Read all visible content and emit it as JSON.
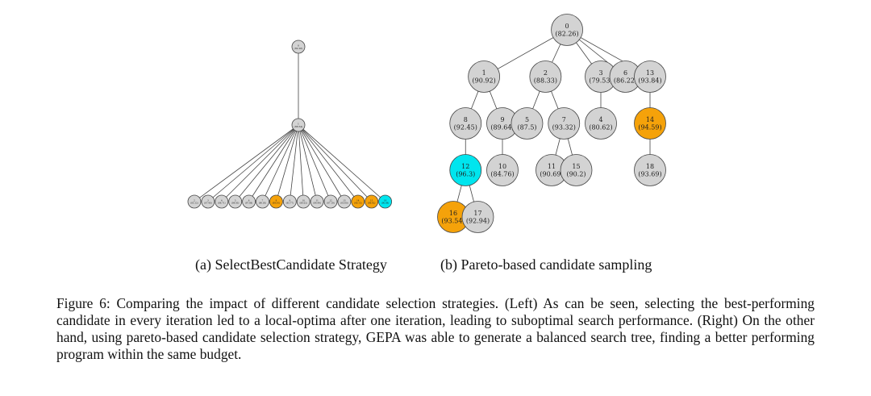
{
  "colors": {
    "default": "#d3d3d3",
    "highlight": "#f5a20a",
    "best": "#00e5ee"
  },
  "figure": {
    "subcaption_a": "(a) SelectBestCandidate Strategy",
    "subcaption_b": "(b) Pareto-based candidate sampling",
    "caption": "Figure 6: Comparing the impact of different candidate selection strategies. (Left) As can be seen, selecting the best-performing candidate in every iteration led to a local-optima after one iteration, leading to suboptimal search performance. (Right) On the other hand, using pareto-based candidate selection strategy, GEPA was able to generate a balanced search tree, finding a better performing program within the same budget."
  },
  "tree_a": {
    "root": {
      "id": "0",
      "score": "(82.26)",
      "color": "default"
    },
    "mid": {
      "id": "1",
      "score": "(88.54)",
      "color": "default"
    },
    "leaves": [
      {
        "id": "2",
        "score": "(85.12)",
        "color": "default"
      },
      {
        "id": "3",
        "score": "(87.40)",
        "color": "default"
      },
      {
        "id": "4",
        "score": "(86.71)",
        "color": "default"
      },
      {
        "id": "5",
        "score": "(84.93)",
        "color": "default"
      },
      {
        "id": "6",
        "score": "(87.88)",
        "color": "default"
      },
      {
        "id": "7",
        "score": "(86.05)",
        "color": "default"
      },
      {
        "id": "8",
        "score": "(89.91)",
        "color": "highlight"
      },
      {
        "id": "9",
        "score": "(85.77)",
        "color": "default"
      },
      {
        "id": "10",
        "score": "(88.02)",
        "color": "default"
      },
      {
        "id": "11",
        "score": "(86.44)",
        "color": "default"
      },
      {
        "id": "12",
        "score": "(87.19)",
        "color": "default"
      },
      {
        "id": "13",
        "score": "(85.60)",
        "color": "default"
      },
      {
        "id": "14",
        "score": "(90.15)",
        "color": "highlight"
      },
      {
        "id": "15",
        "score": "(89.62)",
        "color": "highlight"
      },
      {
        "id": "16",
        "score": "(90.88)",
        "color": "best"
      }
    ]
  },
  "tree_b": {
    "nodes": [
      {
        "id": "0",
        "score": "(82.26)",
        "color": "default"
      },
      {
        "id": "1",
        "score": "(90.92)",
        "color": "default"
      },
      {
        "id": "2",
        "score": "(88.33)",
        "color": "default"
      },
      {
        "id": "3",
        "score": "(79.53)",
        "color": "default"
      },
      {
        "id": "6",
        "score": "(86.22)",
        "color": "default"
      },
      {
        "id": "13",
        "score": "(93.84)",
        "color": "default"
      },
      {
        "id": "8",
        "score": "(92.45)",
        "color": "default"
      },
      {
        "id": "9",
        "score": "(89.64)",
        "color": "default"
      },
      {
        "id": "5",
        "score": "(87.5)",
        "color": "default"
      },
      {
        "id": "7",
        "score": "(93.32)",
        "color": "default"
      },
      {
        "id": "4",
        "score": "(80.62)",
        "color": "default"
      },
      {
        "id": "14",
        "score": "(94.59)",
        "color": "highlight"
      },
      {
        "id": "12",
        "score": "(96.3)",
        "color": "best"
      },
      {
        "id": "10",
        "score": "(84.76)",
        "color": "default"
      },
      {
        "id": "11",
        "score": "(90.69)",
        "color": "default"
      },
      {
        "id": "15",
        "score": "(90.2)",
        "color": "default"
      },
      {
        "id": "18",
        "score": "(93.69)",
        "color": "default"
      },
      {
        "id": "16",
        "score": "(93.54)",
        "color": "highlight"
      },
      {
        "id": "17",
        "score": "(92.94)",
        "color": "default"
      }
    ],
    "edges": [
      [
        "0",
        "1"
      ],
      [
        "0",
        "2"
      ],
      [
        "0",
        "3"
      ],
      [
        "0",
        "6"
      ],
      [
        "0",
        "13"
      ],
      [
        "1",
        "8"
      ],
      [
        "1",
        "9"
      ],
      [
        "2",
        "5"
      ],
      [
        "2",
        "7"
      ],
      [
        "3",
        "4"
      ],
      [
        "13",
        "14"
      ],
      [
        "8",
        "12"
      ],
      [
        "9",
        "10"
      ],
      [
        "7",
        "11"
      ],
      [
        "7",
        "15"
      ],
      [
        "14",
        "18"
      ],
      [
        "12",
        "16"
      ],
      [
        "12",
        "17"
      ]
    ]
  }
}
